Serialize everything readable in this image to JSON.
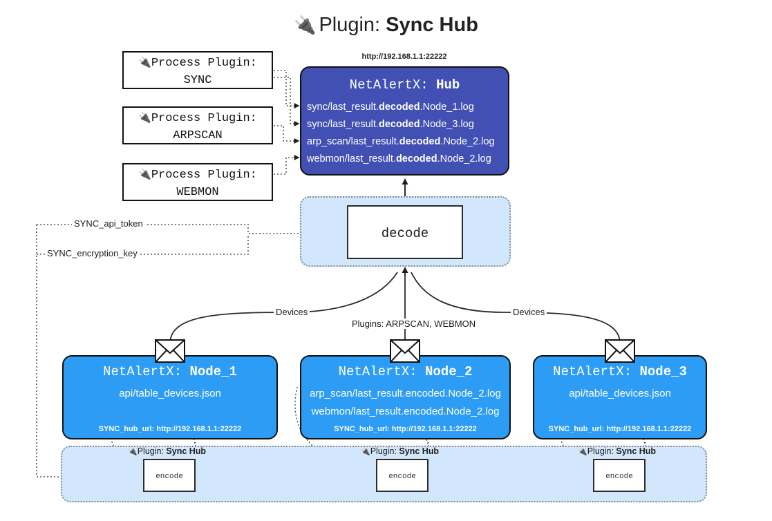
{
  "header": {
    "plug_icon": "🔌",
    "prefix": "Plugin: ",
    "title": "Sync Hub"
  },
  "process_plugins": [
    {
      "line1": "Process Plugin:",
      "line2": "SYNC",
      "icon": "🔌"
    },
    {
      "line1": "Process Plugin:",
      "line2": "ARPSCAN",
      "icon": "🔌"
    },
    {
      "line1": "Process Plugin:",
      "line2": "WEBMON",
      "icon": "🔌"
    }
  ],
  "hub": {
    "url": "http://192.168.1.1:22222",
    "title_prefix": "NetAlertX: ",
    "title_name": "Hub",
    "rows": [
      {
        "pre": "sync/last_result.",
        "em": "decoded",
        "post": ".Node_1.log"
      },
      {
        "pre": "sync/last_result.",
        "em": "decoded",
        "post": ".Node_3.log"
      },
      {
        "pre": "arp_scan/last_result.",
        "em": "decoded",
        "post": ".Node_2.log"
      },
      {
        "pre": "webmon/last_result.",
        "em": "decoded",
        "post": ".Node_2.log"
      }
    ]
  },
  "decode": {
    "label": "decode"
  },
  "settings_edges": [
    {
      "label": "SYNC_api_token"
    },
    {
      "label": "SYNC_encryption_key"
    }
  ],
  "edge_labels": {
    "devices_left": "Devices",
    "plugins_center": "Plugins: ARPSCAN, WEBMON",
    "devices_right": "Devices"
  },
  "nodes": [
    {
      "title_prefix": "NetAlertX: ",
      "title_name": "Node_1",
      "lines": [
        "api/table_devices.json"
      ],
      "footer": "SYNC_hub_url: http://192.168.1.1:22222"
    },
    {
      "title_prefix": "NetAlertX: ",
      "title_name": "Node_2",
      "lines": [
        "arp_scan/last_result.encoded.Node_2.log",
        "webmon/last_result.encoded.Node_2.log"
      ],
      "footer": "SYNC_hub_url: http://192.168.1.1:22222"
    },
    {
      "title_prefix": "NetAlertX: ",
      "title_name": "Node_3",
      "lines": [
        "api/table_devices.json"
      ],
      "footer": "SYNC_hub_url: http://192.168.1.1:22222"
    }
  ],
  "encoders": [
    {
      "icon": "🔌",
      "label_prefix": "Plugin: ",
      "label_name": "Sync Hub",
      "box": "encode"
    },
    {
      "icon": "🔌",
      "label_prefix": "Plugin: ",
      "label_name": "Sync Hub",
      "box": "encode"
    },
    {
      "icon": "🔌",
      "label_prefix": "Plugin: ",
      "label_name": "Sync Hub",
      "box": "encode"
    }
  ],
  "colors": {
    "hub": "#4250b4",
    "node": "#2d9cf4",
    "zone": "#d2e7fb",
    "outline": "#111111",
    "dotted": "#7c8b99"
  }
}
